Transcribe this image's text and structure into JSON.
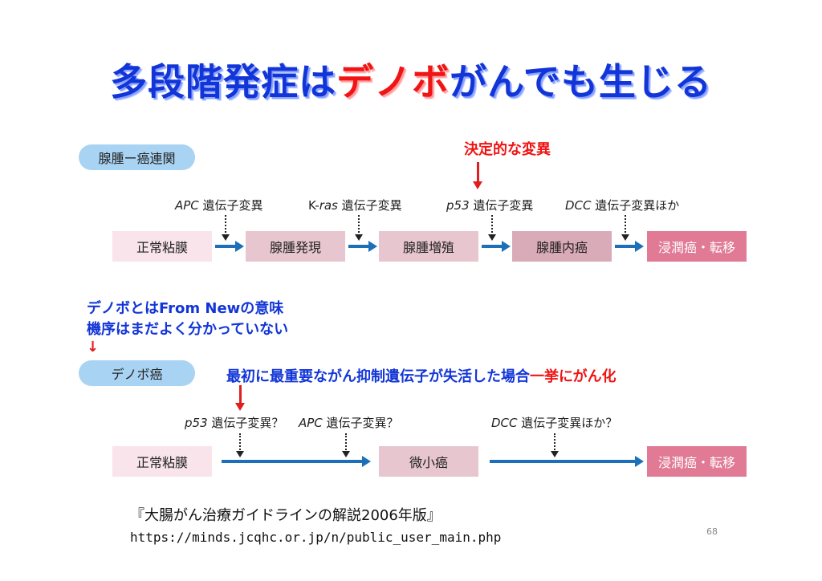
{
  "title": {
    "part1": "多段階発症は",
    "part2": "デノボ",
    "part3": "がんでも生じる"
  },
  "adenoma": {
    "label": "腺腫ー癌連関",
    "note": "決定的な変異",
    "gene_labels": [
      {
        "italic": "APC",
        "rest": " 遺伝子変異"
      },
      {
        "italic": "",
        "rest": "K-",
        "italic2": "ras",
        "rest2": " 遺伝子変異"
      },
      {
        "italic": "p53",
        "rest": " 遺伝子変異"
      },
      {
        "italic": "DCC",
        "rest": " 遺伝子変異ほか"
      }
    ],
    "stages": [
      "正常粘膜",
      "腺腫発現",
      "腺腫増殖",
      "腺腫内癌",
      "浸潤癌・転移"
    ]
  },
  "denovo_note": {
    "line1": "デノボとはFrom Newの意味",
    "line2": "機序はまだよく分かっていない",
    "arrow": "↓"
  },
  "denovo": {
    "label": "デノボ癌",
    "note_blue": "最初に最重要ながん抑制遺伝子が失活した場合",
    "note_red": "一挙にがん化",
    "gene_labels": [
      {
        "italic": "p53",
        "rest": " 遺伝子変異？"
      },
      {
        "italic": "APC",
        "rest": " 遺伝子変異？"
      },
      {
        "italic": "DCC",
        "rest": " 遺伝子変異ほか？"
      }
    ],
    "stages": [
      "正常粘膜",
      "微小癌",
      "浸潤癌・転移"
    ]
  },
  "source": {
    "book": "『大腸がん治療ガイドラインの解説2006年版』",
    "url": "https://minds.jcqhc.or.jp/n/public_user_main.php"
  },
  "page_number": "68",
  "colors": {
    "title_blue": "#1235d8",
    "accent_red": "#f01414",
    "arrow_blue": "#1c6fb8",
    "pill_blue": "#a9d3f3"
  }
}
